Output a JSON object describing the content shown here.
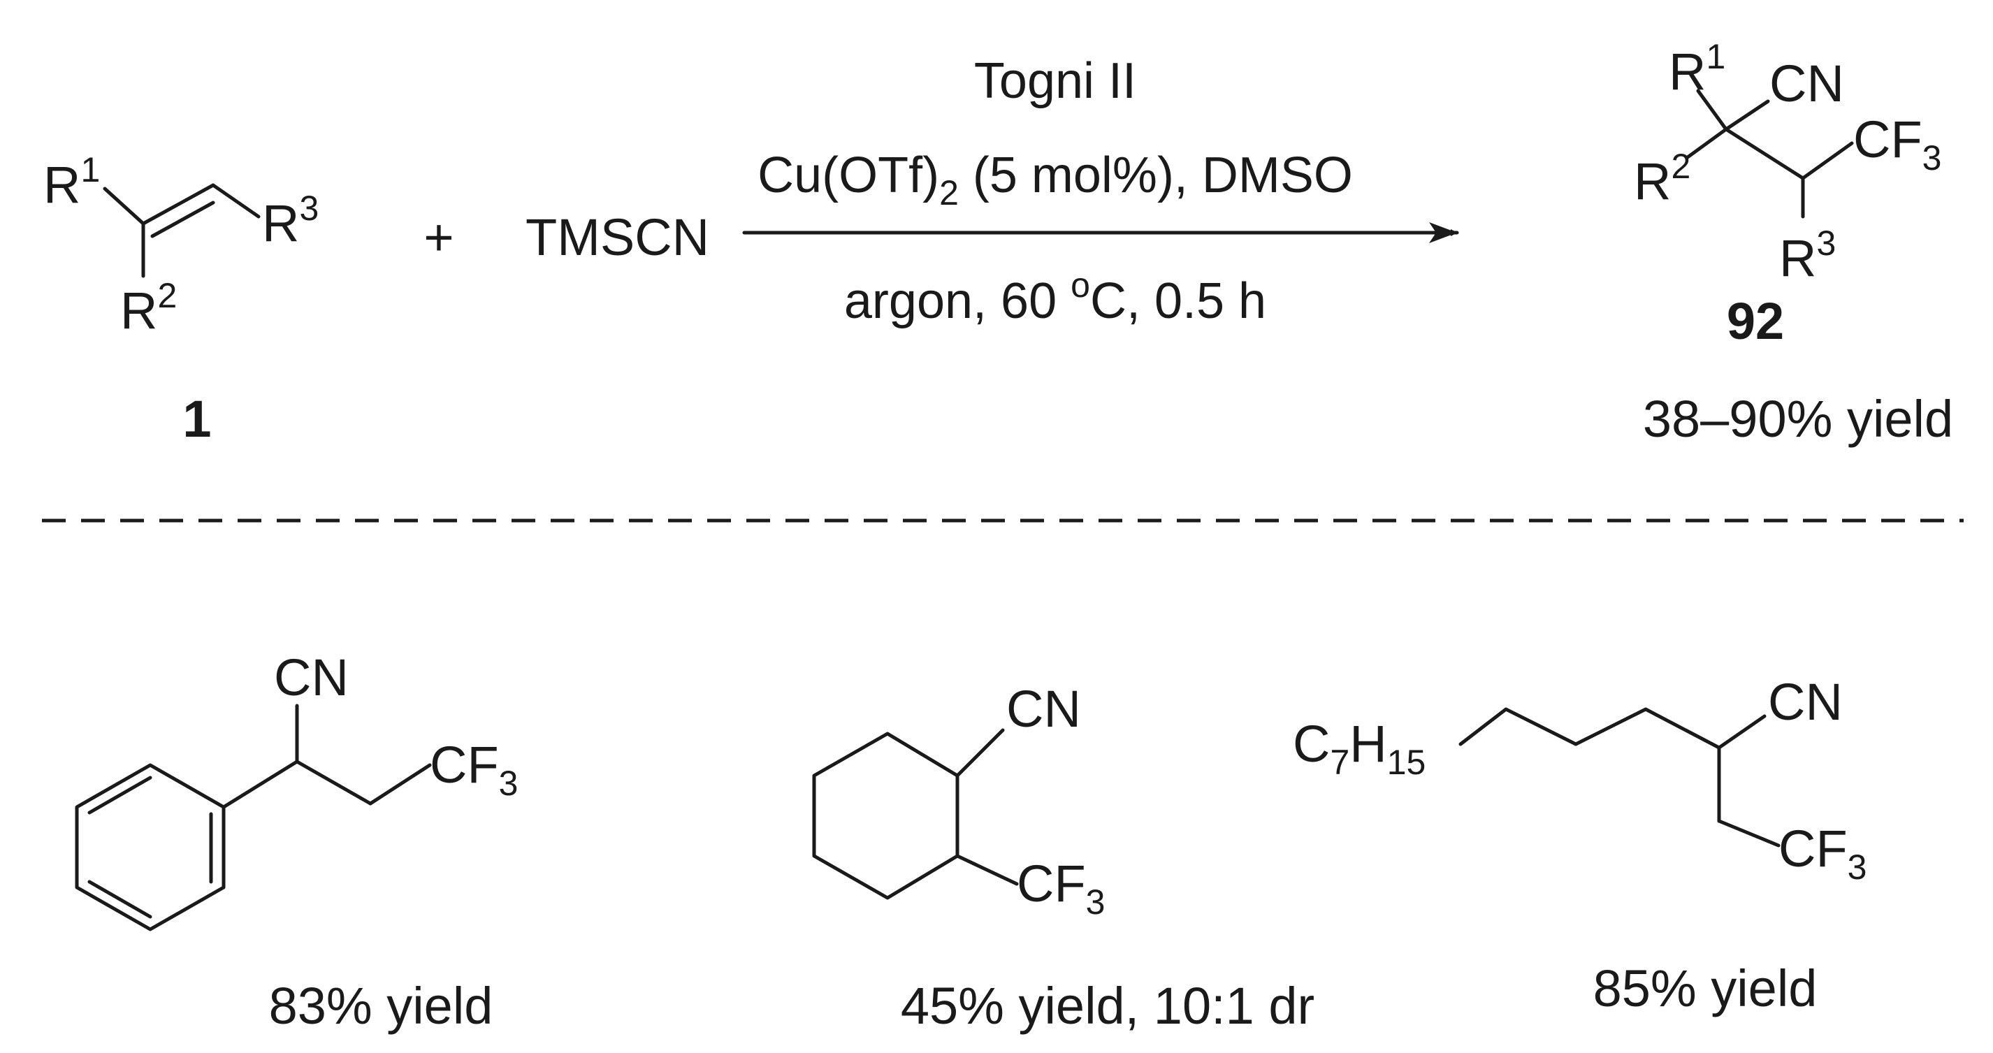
{
  "colors": {
    "nitrile": "#1414e6",
    "trifluoromethyl": "#e61414",
    "ink": "#1a1a1a"
  },
  "reactant": {
    "substituents": {
      "r1": "R",
      "r1_num": "1",
      "r2": "R",
      "r2_num": "2",
      "r3": "R",
      "r3_num": "3"
    },
    "compound_number": "1"
  },
  "plus_sign": "+",
  "reagent": "TMSCN",
  "conditions": {
    "line1": "Togni II",
    "line2_pre": "Cu(OTf)",
    "line2_sub": "2",
    "line2_post": " (5 mol%), DMSO",
    "line3_pre": "argon, 60 ",
    "line3_sup": "o",
    "line3_post": "C, 0.5 h"
  },
  "product": {
    "nitrile": "CN",
    "cf3_base": "CF",
    "cf3_sub": "3",
    "compound_number": "92",
    "yield_range": "38–90% yield"
  },
  "examples": [
    {
      "cn": "CN",
      "cf3_base": "CF",
      "cf3_sub": "3",
      "yield": "83% yield"
    },
    {
      "cn": "CN",
      "cf3_base": "CF",
      "cf3_sub": "3",
      "yield": "45% yield, 10:1 dr"
    },
    {
      "cn": "CN",
      "cf3_base": "CF",
      "cf3_sub": "3",
      "chain_c": "C",
      "chain_c_sub": "7",
      "chain_h": "H",
      "chain_h_sub": "15",
      "yield": "85% yield"
    }
  ]
}
